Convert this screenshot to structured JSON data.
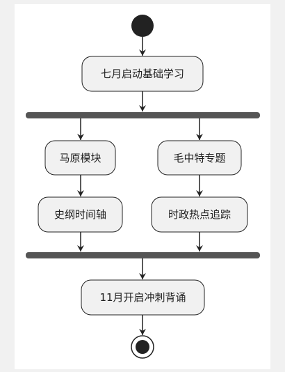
{
  "diagram": {
    "type": "activity",
    "colors": {
      "node_fill": "#f1f1f1",
      "node_stroke": "#222222",
      "bar": "#555555",
      "start": "#222222"
    },
    "nodes": {
      "start": "start",
      "july_basics": "七月启动基础学习",
      "marx": "马原模块",
      "mao": "毛中特专题",
      "history": "史纲时间轴",
      "politics": "时政热点追踪",
      "november": "11月开启冲刺背诵",
      "end": "end"
    },
    "edges": [
      [
        "start",
        "july_basics"
      ],
      [
        "july_basics",
        "fork"
      ],
      [
        "fork",
        "marx"
      ],
      [
        "fork",
        "mao"
      ],
      [
        "marx",
        "history"
      ],
      [
        "mao",
        "politics"
      ],
      [
        "history",
        "join"
      ],
      [
        "politics",
        "join"
      ],
      [
        "join",
        "november"
      ],
      [
        "november",
        "end"
      ]
    ]
  }
}
